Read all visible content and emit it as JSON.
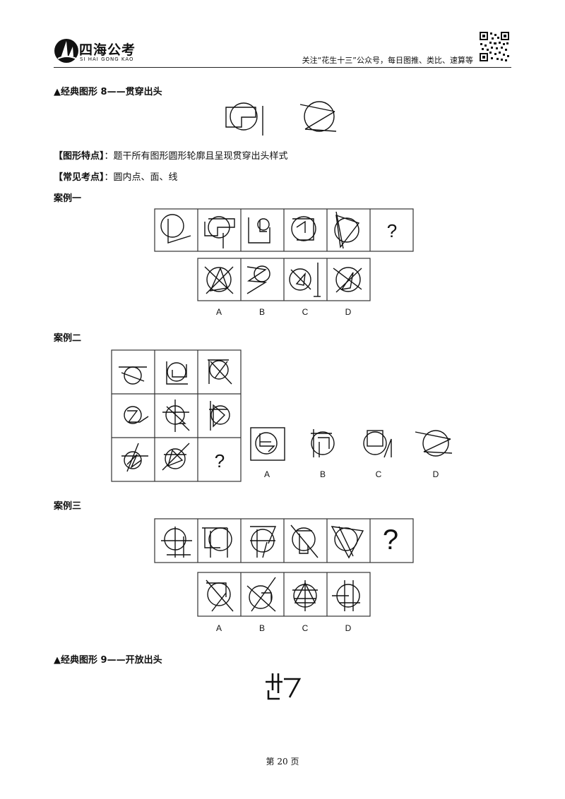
{
  "header": {
    "logo_text": "四海公考",
    "logo_sub": "SI HAI GONG KAO",
    "slogan": "关注“花生十三”公众号，每日图推、类比、速算等"
  },
  "sections": {
    "s8_title": "▲经典图形 8——贯穿出头",
    "feature_label": "【图形特点】",
    "feature_text": "：题干所有图形圆形轮廓且呈现贯穿出头样式",
    "point_label": "【常见考点】",
    "point_text": "：圆内点、面、线",
    "case1": "案例一",
    "case2": "案例二",
    "case3": "案例三",
    "s9_title": "▲经典图形 9——开放出头"
  },
  "puzzle": {
    "question_mark": "?",
    "options": [
      "A",
      "B",
      "C",
      "D"
    ]
  },
  "footer": {
    "page": "第 20 页"
  }
}
